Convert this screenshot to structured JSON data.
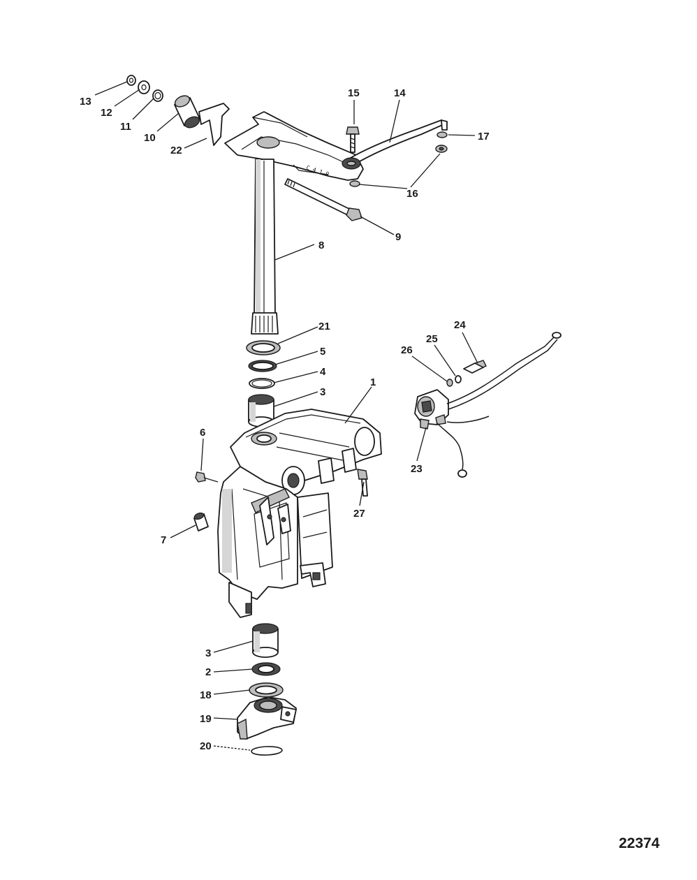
{
  "diagram": {
    "document_number": "22374",
    "part_labels": {
      "p1": "1",
      "p2": "2",
      "p3a": "3",
      "p3b": "3",
      "p4": "4",
      "p5": "5",
      "p6": "6",
      "p7": "7",
      "p8": "8",
      "p9": "9",
      "p10": "10",
      "p11": "11",
      "p12": "12",
      "p13": "13",
      "p14": "14",
      "p15": "15",
      "p16": "16",
      "p17": "17",
      "p18": "18",
      "p19": "19",
      "p20": "20",
      "p21": "21",
      "p22": "22",
      "p23": "23",
      "p24": "24",
      "p25": "25",
      "p26": "26",
      "p27": "27"
    }
  }
}
